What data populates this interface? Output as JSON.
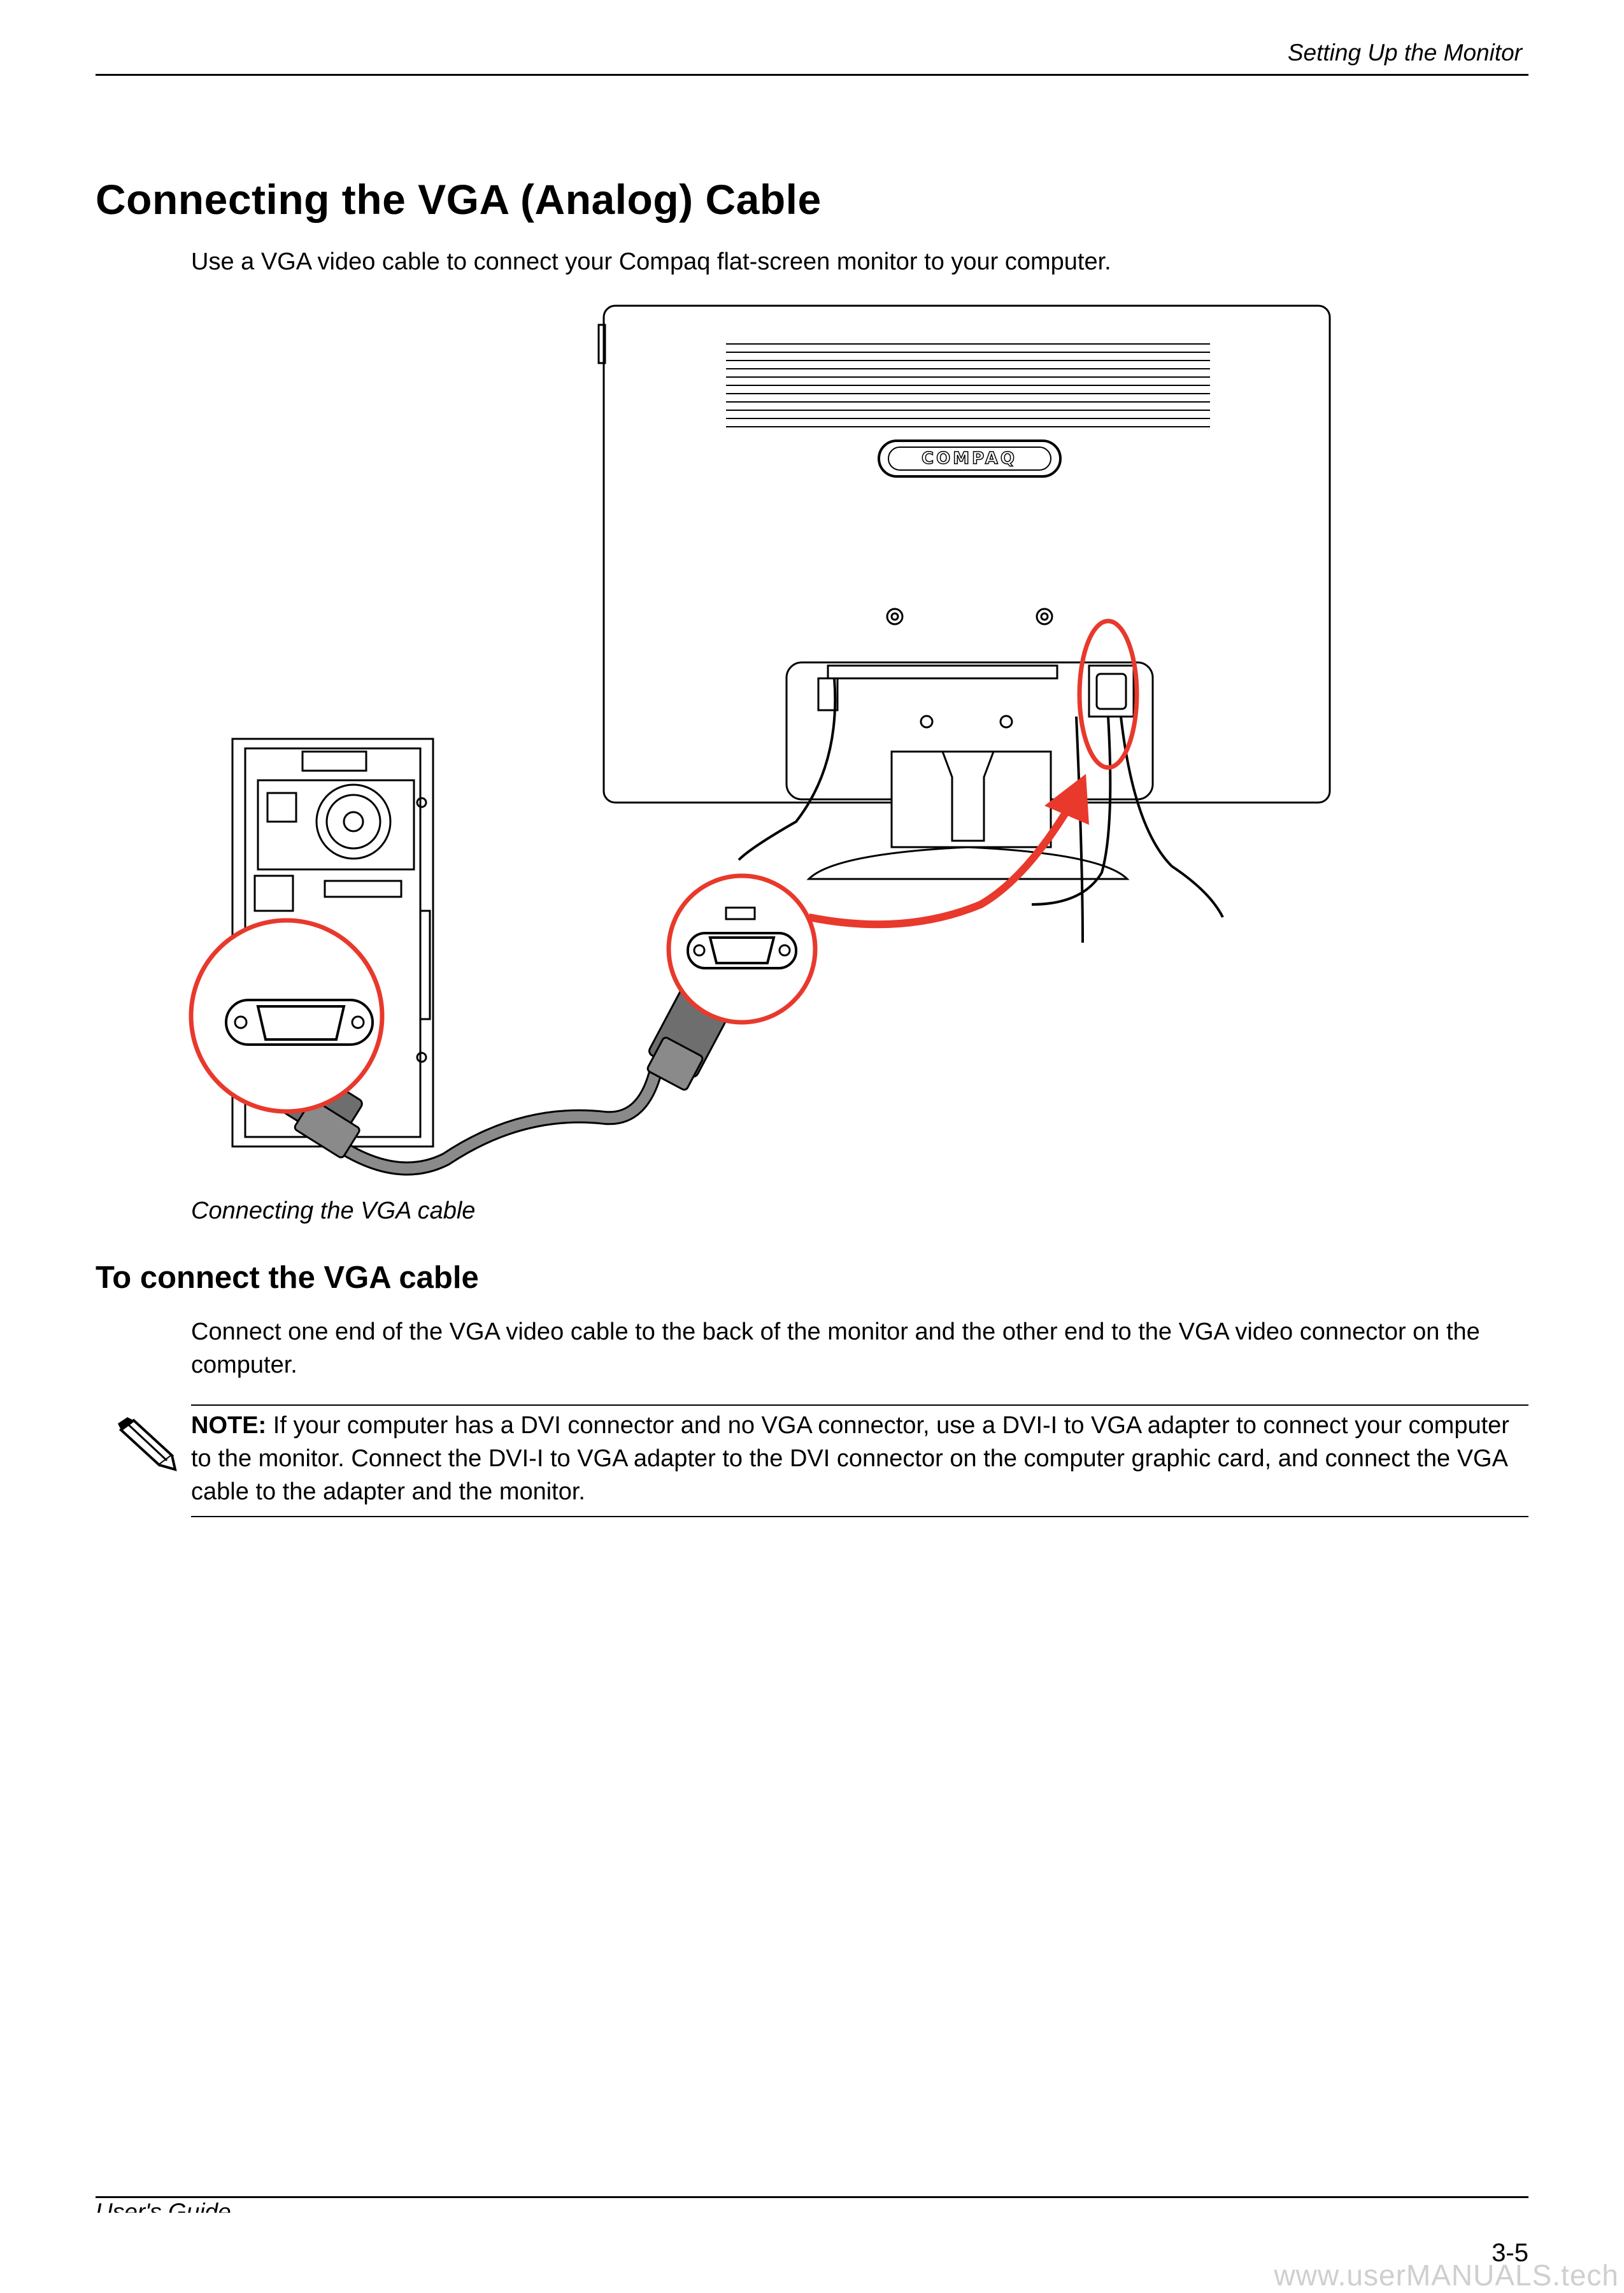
{
  "header": {
    "title": "Setting Up the Monitor"
  },
  "section": {
    "title": "Connecting the VGA (Analog) Cable",
    "intro": "Use a VGA video cable to connect your Compaq flat-screen monitor to your computer."
  },
  "figure": {
    "caption": "Connecting the VGA cable",
    "brand_logo": "COMPAQ",
    "highlight_color": "#e8392c",
    "cable_color": "#8a8a8a"
  },
  "subsection": {
    "title": "To connect the VGA cable",
    "body": "Connect one end of the VGA video cable to the back of the monitor and the other end to the VGA video connector on the computer."
  },
  "note": {
    "icon": "pencil-icon",
    "label": "NOTE:",
    "text": "If your computer has a DVI connector and no VGA connector, use a DVI-I to VGA adapter to connect your computer to the monitor. Connect the DVI-I to VGA adapter to the DVI connector on the computer graphic card, and connect the VGA cable to the adapter and the monitor."
  },
  "footer": {
    "left": "User's Guide",
    "page_number": "3-5",
    "watermark": "www.userMANUALS.tech"
  }
}
